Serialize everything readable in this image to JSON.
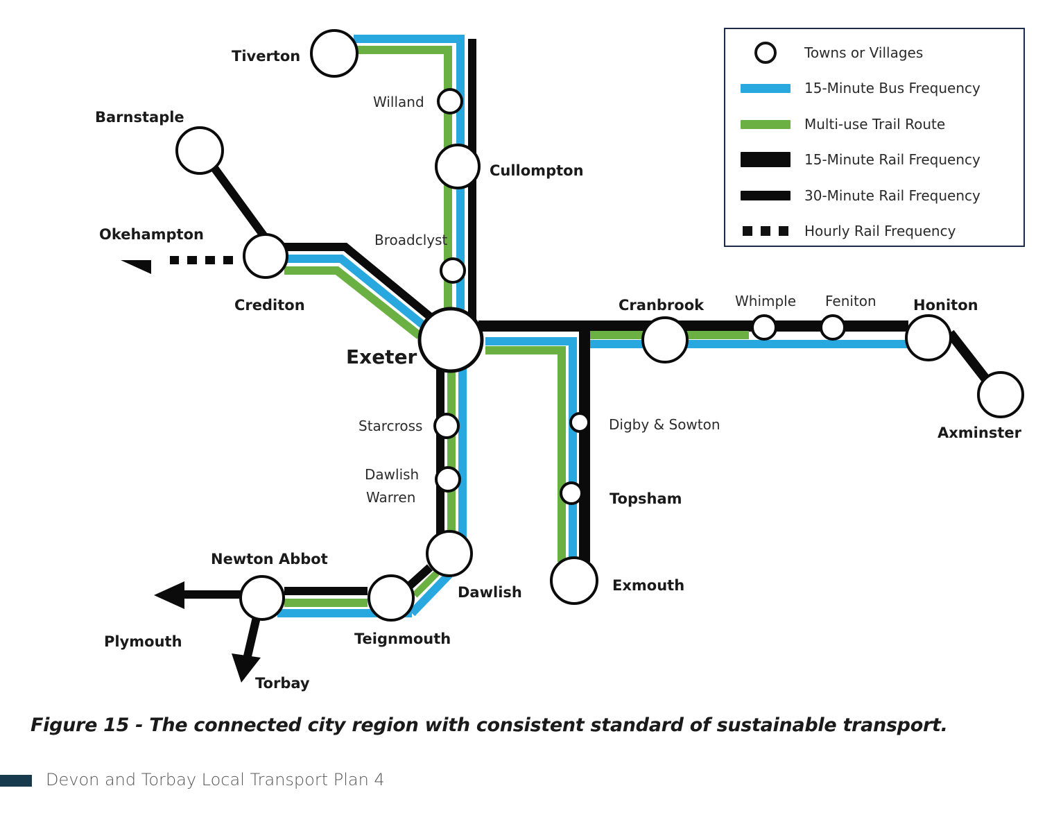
{
  "colors": {
    "bus": "#29a8e0",
    "trail": "#6bb043",
    "rail": "#0b0b0b",
    "legend_border": "#1d2b4a",
    "footer_accent": "#173a4d"
  },
  "legend": {
    "items": [
      {
        "symbol": "circle",
        "label": "Towns or Villages"
      },
      {
        "symbol": "bus-line",
        "label": "15-Minute Bus Frequency"
      },
      {
        "symbol": "trail-line",
        "label": "Multi-use Trail Route"
      },
      {
        "symbol": "rail-15-line",
        "label": "15-Minute Rail Frequency"
      },
      {
        "symbol": "rail-30-line",
        "label": "30-Minute Rail Frequency"
      },
      {
        "symbol": "rail-hourly-dots",
        "label": "Hourly Rail Frequency"
      }
    ]
  },
  "stations": {
    "tiverton": "Tiverton",
    "willand": "Willand",
    "cullompton": "Cullompton",
    "barnstaple": "Barnstaple",
    "okehampton": "Okehampton",
    "crediton": "Crediton",
    "broadclyst": "Broadclyst",
    "exeter": "Exeter",
    "cranbrook": "Cranbrook",
    "whimple": "Whimple",
    "feniton": "Feniton",
    "honiton": "Honiton",
    "axminster": "Axminster",
    "digby_sowton": "Digby & Sowton",
    "topsham": "Topsham",
    "exmouth": "Exmouth",
    "starcross": "Starcross",
    "dawlish_warren_1": "Dawlish",
    "dawlish_warren_2": "Warren",
    "dawlish": "Dawlish",
    "teignmouth": "Teignmouth",
    "newton_abbot": "Newton Abbot",
    "plymouth": "Plymouth",
    "torbay": "Torbay"
  },
  "caption": "Figure 15 - The connected city region with consistent standard of sustainable transport.",
  "footer": "Devon and Torbay Local Transport Plan 4"
}
